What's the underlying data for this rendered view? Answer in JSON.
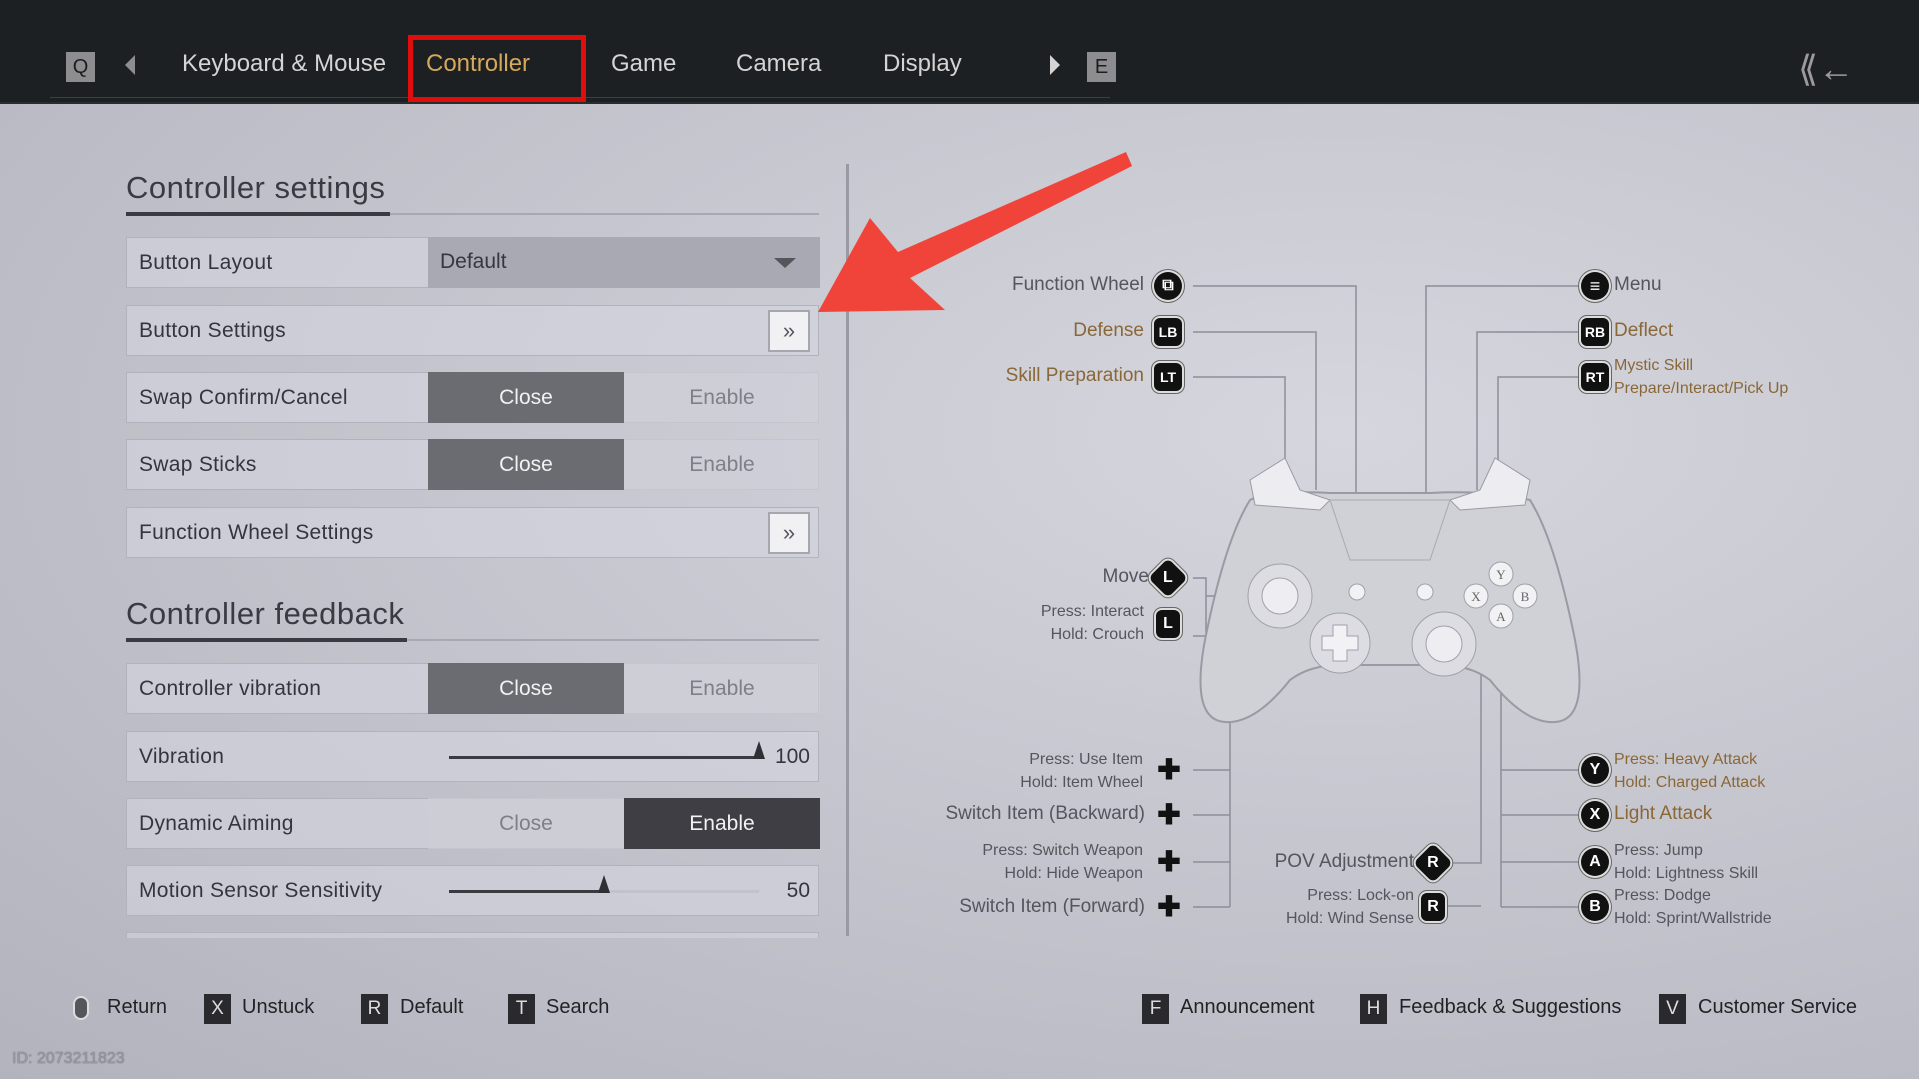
{
  "tabs": {
    "left_key": "Q",
    "right_key": "E",
    "items": [
      "Keyboard & Mouse",
      "Controller",
      "Game",
      "Camera",
      "Display"
    ],
    "active": "Controller"
  },
  "controller_settings": {
    "title": "Controller settings",
    "button_layout": {
      "label": "Button Layout",
      "value": "Default"
    },
    "button_settings": {
      "label": "Button Settings",
      "go": "»"
    },
    "swap_confirm": {
      "label": "Swap Confirm/Cancel",
      "off": "Close",
      "on": "Enable",
      "selected": "Close"
    },
    "swap_sticks": {
      "label": "Swap Sticks",
      "off": "Close",
      "on": "Enable",
      "selected": "Close"
    },
    "function_wheel_settings": {
      "label": "Function Wheel Settings",
      "go": "»"
    }
  },
  "controller_feedback": {
    "title": "Controller feedback",
    "vibration_toggle": {
      "label": "Controller vibration",
      "off": "Close",
      "on": "Enable",
      "selected": "Close"
    },
    "vibration": {
      "label": "Vibration",
      "value": "100",
      "percent": 100
    },
    "dynamic_aiming": {
      "label": "Dynamic Aiming",
      "off": "Close",
      "on": "Enable",
      "selected": "Enable"
    },
    "motion_sensor": {
      "label": "Motion Sensor Sensitivity",
      "value": "50",
      "percent": 50
    }
  },
  "diagram": {
    "function_wheel": "Function Wheel",
    "defense": "Defense",
    "lb": "LB",
    "skill_prep": "Skill Preparation",
    "lt": "LT",
    "menu": "Menu",
    "deflect": "Deflect",
    "rb": "RB",
    "mystic1": "Mystic Skill",
    "mystic2": "Prepare/Interact/Pick Up",
    "rt": "RT",
    "move": "Move",
    "l": "L",
    "press_interact": "Press: Interact",
    "hold_crouch": "Hold: Crouch",
    "use_item": "Press: Use Item",
    "item_wheel": "Hold: Item Wheel",
    "switch_back": "Switch Item (Backward)",
    "switch_weapon": "Press: Switch Weapon",
    "hide_weapon": "Hold: Hide Weapon",
    "switch_fwd": "Switch Item (Forward)",
    "pov": "POV Adjustment",
    "r": "R",
    "lock_on": "Press: Lock-on",
    "wind_sense": "Hold: Wind Sense",
    "y": "Y",
    "heavy": "Press: Heavy Attack",
    "charged": "Hold: Charged Attack",
    "x": "X",
    "light": "Light Attack",
    "a": "A",
    "jump": "Press: Jump",
    "lightness": "Hold: Lightness Skill",
    "b": "B",
    "dodge": "Press: Dodge",
    "sprint": "Hold: Sprint/Wallstride"
  },
  "footer": {
    "return": "Return",
    "unstuck_key": "X",
    "unstuck": "Unstuck",
    "default_key": "R",
    "default": "Default",
    "search_key": "T",
    "search": "Search",
    "announce_key": "F",
    "announce": "Announcement",
    "feedback_key": "H",
    "feedback": "Feedback & Suggestions",
    "service_key": "V",
    "service": "Customer Service"
  },
  "id_text": "ID: 2073211823",
  "colors": {
    "accent": "#d5a85a",
    "highlight": "#e00d0d",
    "arrow": "#f0443a"
  }
}
